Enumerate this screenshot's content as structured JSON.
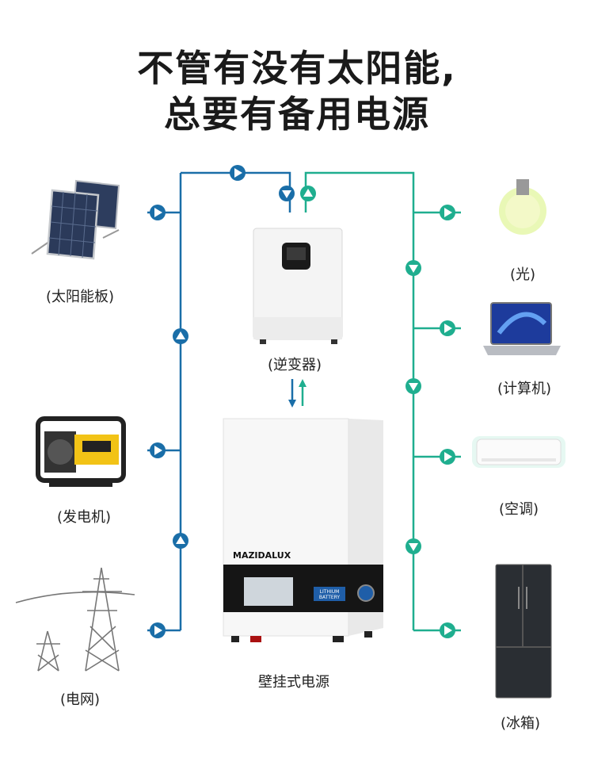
{
  "headline": {
    "line1": "不管有没有太阳能,",
    "line2": "总要有备用电源"
  },
  "sources": {
    "solar": "(太阳能板)",
    "generator": "(发电机)",
    "grid": "(电网)"
  },
  "center": {
    "inverter": "(逆变器)",
    "battery": "壁挂式电源",
    "battery_brand": "MAZIDALUX",
    "battery_tag": "LITHIUM BATTERY"
  },
  "loads": {
    "light": "(光)",
    "laptop": "(计算机)",
    "aircon": "(空调)",
    "fridge": "(冰箱)"
  },
  "colors": {
    "input_line": "#1a6ea8",
    "output_line": "#1fae8f"
  }
}
